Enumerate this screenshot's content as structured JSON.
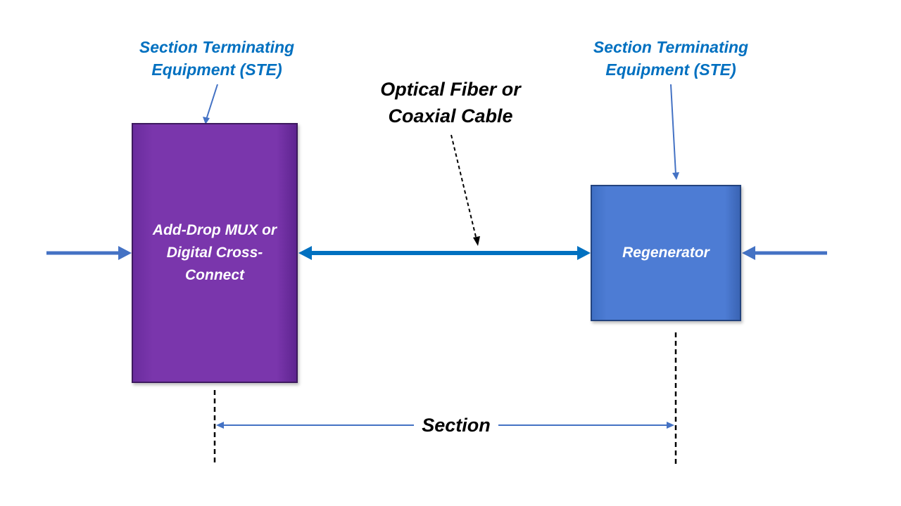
{
  "diagram": {
    "ste_left": {
      "line1": "Section Terminating",
      "line2": "Equipment (STE)"
    },
    "ste_right": {
      "line1": "Section Terminating",
      "line2": "Equipment (STE)"
    },
    "cable": {
      "line1": "Optical Fiber or",
      "line2": "Coaxial Cable"
    },
    "adm_box": {
      "line1": "Add-Drop MUX or",
      "line2": "Digital Cross-",
      "line3": "Connect"
    },
    "regenerator_box": {
      "label": "Regenerator"
    },
    "section": {
      "label": "Section"
    }
  },
  "colors": {
    "ste_text": "#0070c0",
    "adm_fill": "#7a36ac",
    "regenerator_fill": "#4d7cd4",
    "cable_line": "#0070c0",
    "input_arrow": "#4472c4"
  }
}
